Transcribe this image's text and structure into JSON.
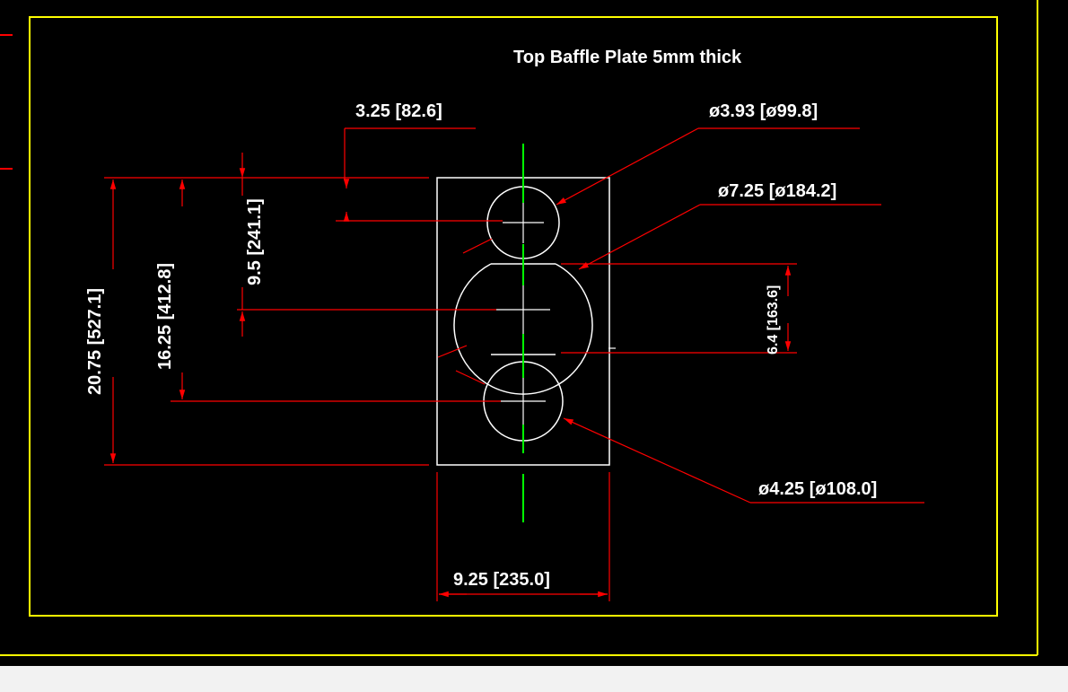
{
  "drawing": {
    "title": "Top Baffle Plate 5mm thick",
    "dimensions": {
      "top_offset": "3.25 [82.6]",
      "top_hole_diameter": "ø3.93 [ø99.8]",
      "mid_hole_diameter": "ø7.25 [ø184.2]",
      "top_to_mid": "9.5 [241.1]",
      "top_to_bottom_hole": "16.25 [412.8]",
      "overall_height": "20.75 [527.1]",
      "mid_hole_flat": "6.4 [163.6]",
      "bottom_hole_diameter": "ø4.25 [ø108.0]",
      "overall_width": "9.25 [235.0]"
    }
  },
  "colors": {
    "background": "#000000",
    "border": "#ffff00",
    "outline": "#ffffff",
    "dimension": "#ff0000",
    "centerline": "#00ff00"
  }
}
